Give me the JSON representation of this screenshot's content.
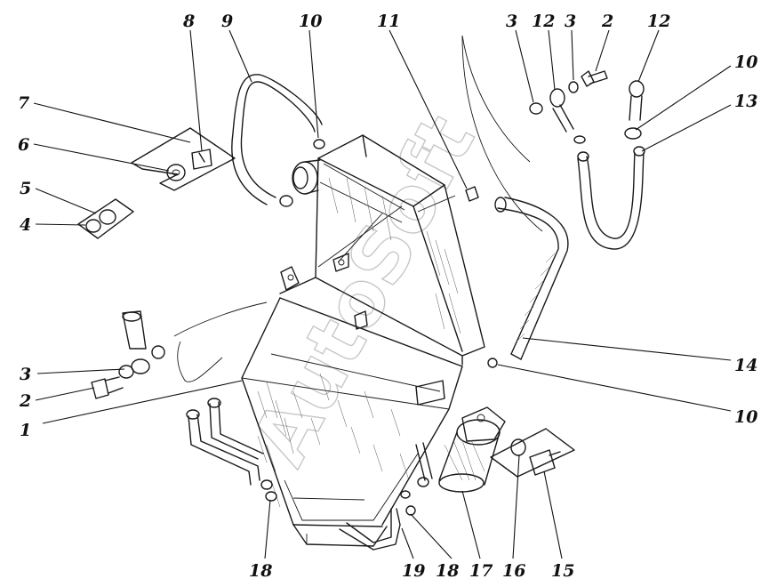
{
  "callouts": [
    {
      "id": "c1",
      "text": "1"
    },
    {
      "id": "c2a",
      "text": "2"
    },
    {
      "id": "c3a",
      "text": "3"
    },
    {
      "id": "c4",
      "text": "4"
    },
    {
      "id": "c5",
      "text": "5"
    },
    {
      "id": "c6",
      "text": "6"
    },
    {
      "id": "c7",
      "text": "7"
    },
    {
      "id": "c8",
      "text": "8"
    },
    {
      "id": "c9",
      "text": "9"
    },
    {
      "id": "c10a",
      "text": "10"
    },
    {
      "id": "c11",
      "text": "11"
    },
    {
      "id": "c3b",
      "text": "3"
    },
    {
      "id": "c12a",
      "text": "12"
    },
    {
      "id": "c3c",
      "text": "3"
    },
    {
      "id": "c2b",
      "text": "2"
    },
    {
      "id": "c12b",
      "text": "12"
    },
    {
      "id": "c10b",
      "text": "10"
    },
    {
      "id": "c13",
      "text": "13"
    },
    {
      "id": "c14",
      "text": "14"
    },
    {
      "id": "c10c",
      "text": "10"
    },
    {
      "id": "c15",
      "text": "15"
    },
    {
      "id": "c16",
      "text": "16"
    },
    {
      "id": "c17",
      "text": "17"
    },
    {
      "id": "c18a",
      "text": "18"
    },
    {
      "id": "c19",
      "text": "19"
    },
    {
      "id": "c18b",
      "text": "18"
    }
  ],
  "watermark": "AutoSoft"
}
